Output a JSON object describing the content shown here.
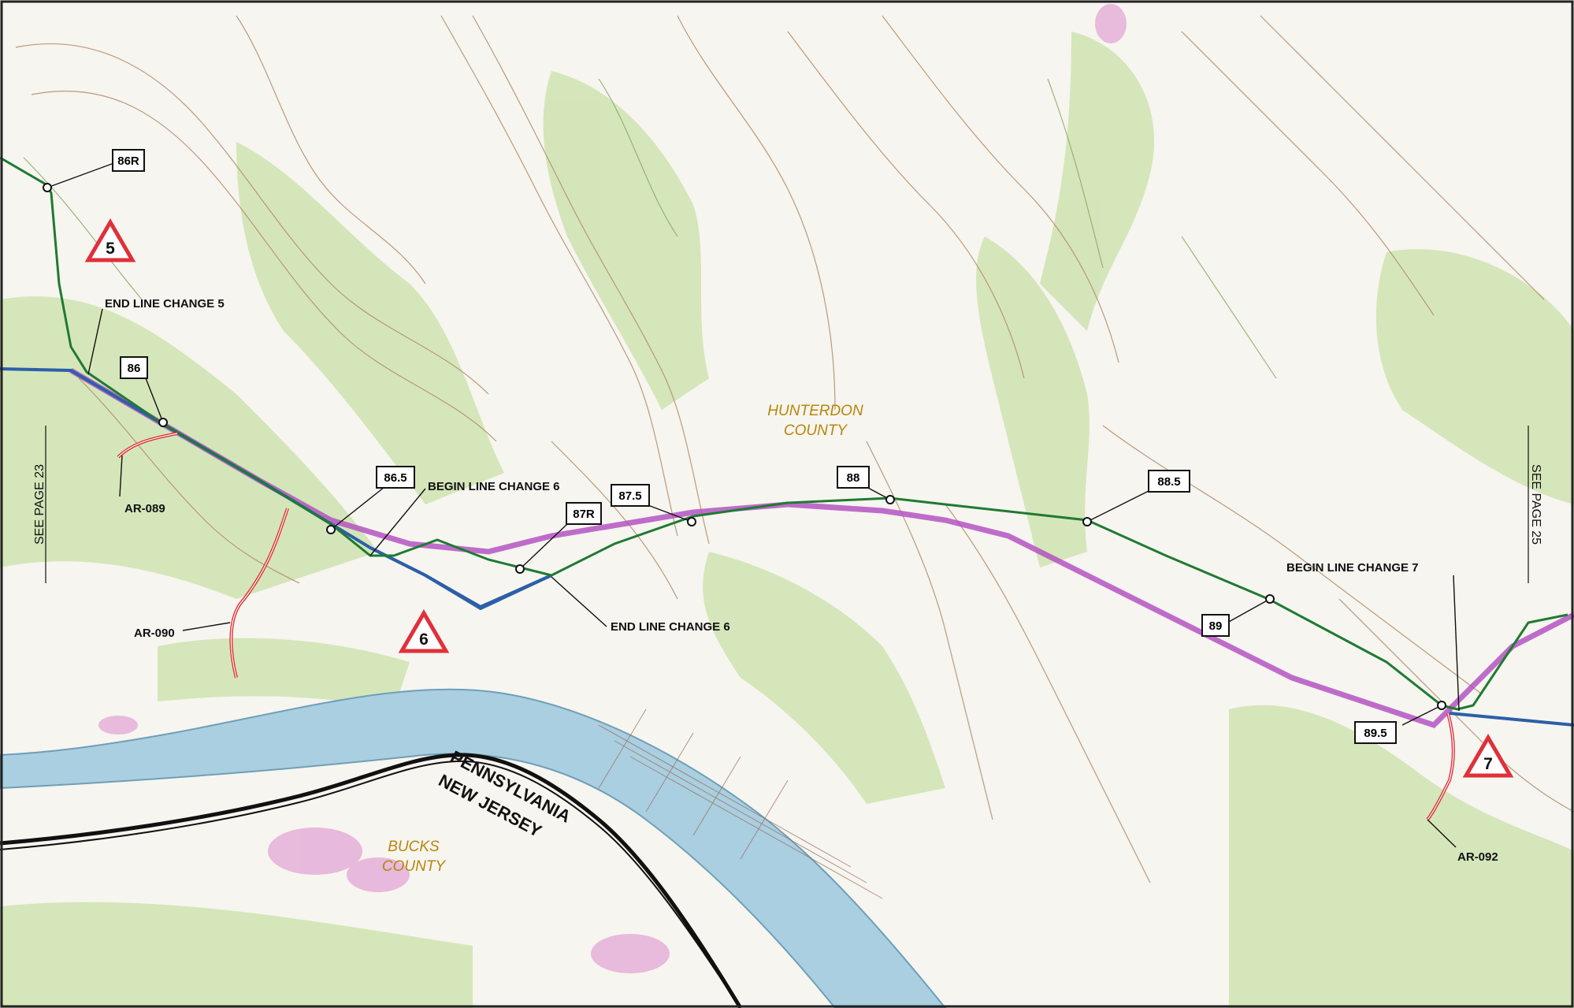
{
  "colors": {
    "route_green": "#1f7a32",
    "route_blue": "#2d5fa8",
    "route_magenta": "#b04ac0",
    "access_road": "#e0303a",
    "river": "#a9cfe0",
    "vegetation": "#cfe3b0",
    "triangle": "#e0303a",
    "county_text": "#b8860b"
  },
  "counties": {
    "hunterdon_line1": "HUNTERDON",
    "hunterdon_line2": "COUNTY",
    "bucks_line1": "BUCKS",
    "bucks_line2": "COUNTY"
  },
  "states": {
    "pa": "PENNSYLVANIA",
    "nj": "NEW JERSEY"
  },
  "see_pages": {
    "left": "SEE PAGE 23",
    "right": "SEE PAGE 25"
  },
  "line_changes": {
    "end5": "END LINE CHANGE 5",
    "begin6": "BEGIN LINE CHANGE 6",
    "end6": "END LINE CHANGE 6",
    "begin7": "BEGIN LINE CHANGE 7"
  },
  "mileposts": {
    "mp86r": "86R",
    "mp86": "86",
    "mp86_5": "86.5",
    "mp87r": "87R",
    "mp87_5": "87.5",
    "mp88": "88",
    "mp88_5": "88.5",
    "mp89": "89",
    "mp89_5": "89.5"
  },
  "access_roads": {
    "ar089": "AR-089",
    "ar090": "AR-090",
    "ar092": "AR-092"
  },
  "triangles": {
    "t5": "5",
    "t6": "6",
    "t7": "7"
  }
}
